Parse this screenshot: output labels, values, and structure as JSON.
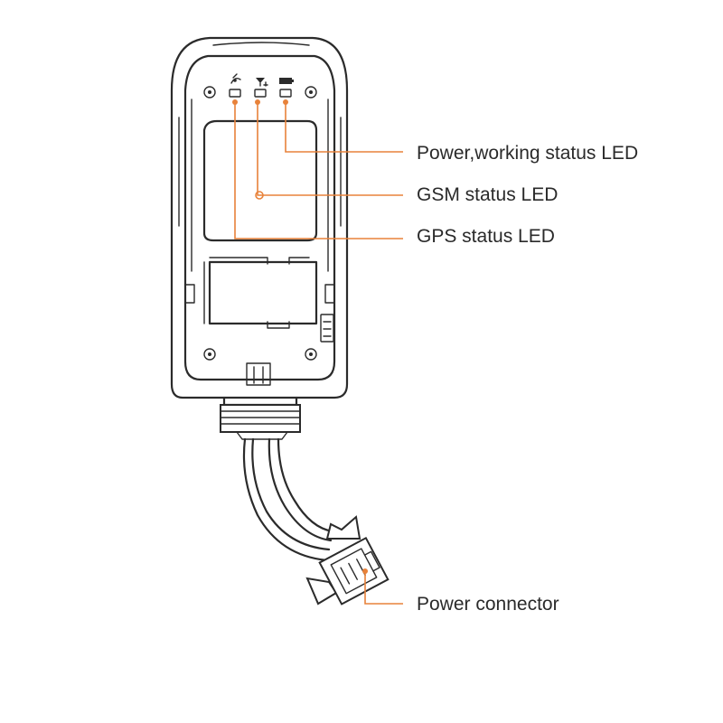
{
  "colors": {
    "leader_line": "#e8823a",
    "outline": "#2b2b2b",
    "text": "#2a2a2a"
  },
  "labels": {
    "power_led": "Power,working status LED",
    "gsm_led": "GSM status LED",
    "gps_led": "GPS status LED",
    "power_connector": "Power connector"
  },
  "icons": [
    "gps-satellite-icon",
    "gsm-signal-icon",
    "battery-icon"
  ]
}
